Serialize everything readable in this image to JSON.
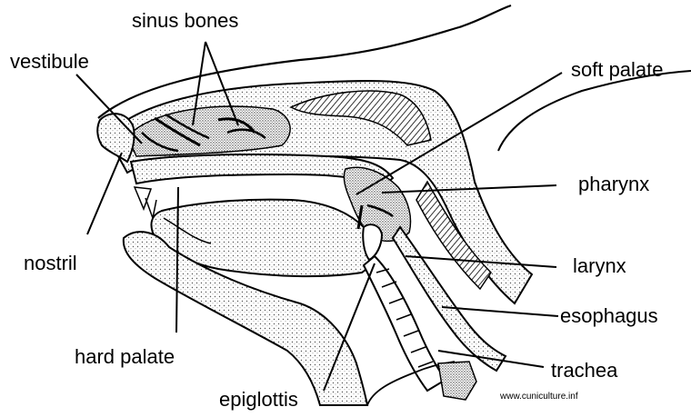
{
  "labels": {
    "sinus_bones": "sinus bones",
    "vestibule": "vestibule",
    "soft_palate": "soft palate",
    "pharynx": "pharynx",
    "nostril": "nostril",
    "larynx": "larynx",
    "esophagus": "esophagus",
    "hard_palate": "hard palate",
    "trachea": "trachea",
    "epiglottis": "epiglottis"
  },
  "credit": "www.cuniculture.inf",
  "colors": {
    "ink": "#000000",
    "background": "#ffffff",
    "shade_light": "#e6e6e6",
    "shade_medium": "#bdbdbd"
  }
}
